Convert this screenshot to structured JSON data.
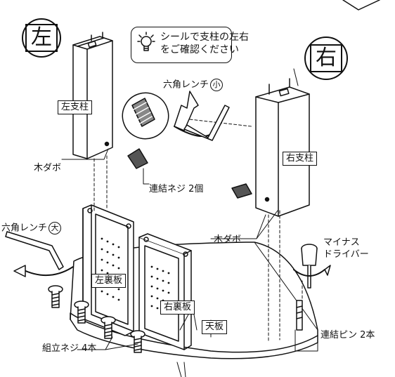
{
  "badges": {
    "left": "左",
    "right": "右"
  },
  "note": {
    "line1": "シールで支柱の左右",
    "line2": "をご確認ください",
    "icon": "lightbulb-icon"
  },
  "labels": {
    "left_pillar": "左支柱",
    "right_pillar": "右支柱",
    "wood_dowel_left": "木ダボ",
    "wood_dowel_right": "木ダボ",
    "connect_screw": "連結ネジ 2個",
    "hex_small": "六角レンチ",
    "hex_small_mark": "小",
    "hex_large": "六角レンチ",
    "hex_large_mark": "大",
    "minus_driver_1": "マイナス",
    "minus_driver_2": "ドライバー",
    "left_back": "左裏板",
    "right_back": "右裏板",
    "top_board": "天板",
    "connect_pin": "連結ピン 2本",
    "assembly_screw": "組立ネジ 4本"
  }
}
